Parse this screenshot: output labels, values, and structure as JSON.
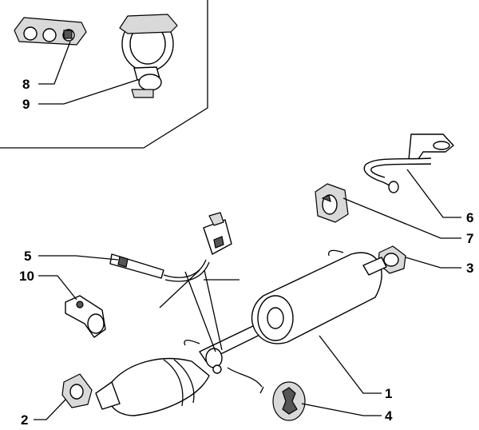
{
  "diagram": {
    "callouts": [
      {
        "id": "1",
        "label": "1"
      },
      {
        "id": "2",
        "label": "2"
      },
      {
        "id": "3",
        "label": "3"
      },
      {
        "id": "4",
        "label": "4"
      },
      {
        "id": "5",
        "label": "5"
      },
      {
        "id": "6",
        "label": "6"
      },
      {
        "id": "7",
        "label": "7"
      },
      {
        "id": "8",
        "label": "8"
      },
      {
        "id": "9",
        "label": "9"
      },
      {
        "id": "10",
        "label": "10"
      }
    ],
    "colors": {
      "line": "#000000",
      "background": "#ffffff",
      "shade": "#d9d9d9"
    }
  }
}
